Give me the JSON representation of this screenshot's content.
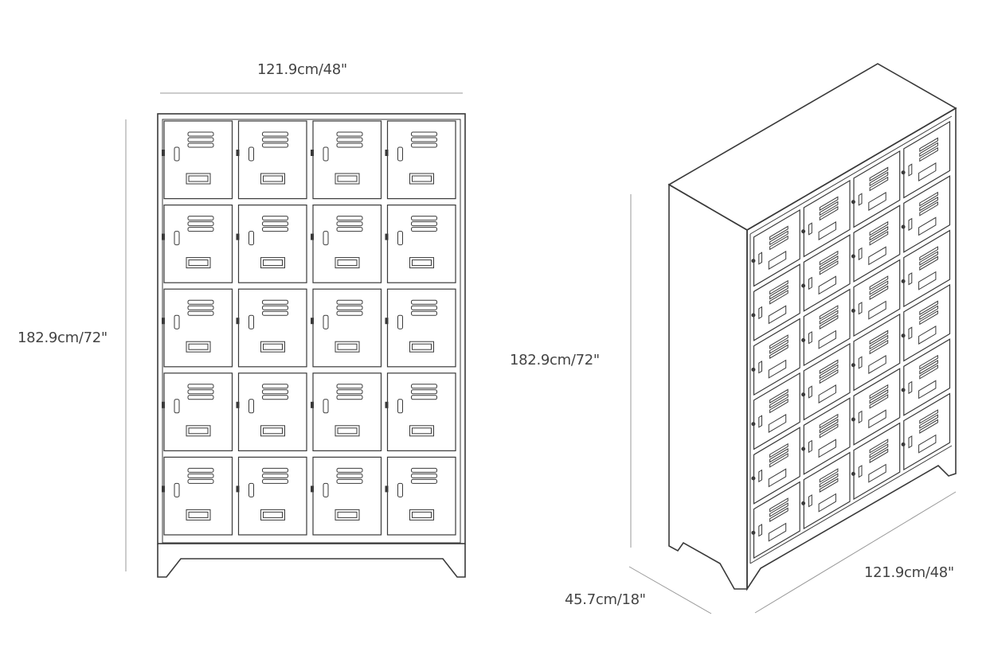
{
  "front_view": {
    "width_label": "121.9cm/48\"",
    "height_label": "182.9cm/72\"",
    "columns": 4,
    "rows": 5
  },
  "iso_view": {
    "height_label": "182.9cm/72\"",
    "depth_label": "45.7cm/18\"",
    "width_label": "121.9cm/48\"",
    "columns": 4,
    "rows": 6
  },
  "colors": {
    "line": "#3a3a3a",
    "dimension_line": "#9a9a9a",
    "text": "#444444"
  }
}
